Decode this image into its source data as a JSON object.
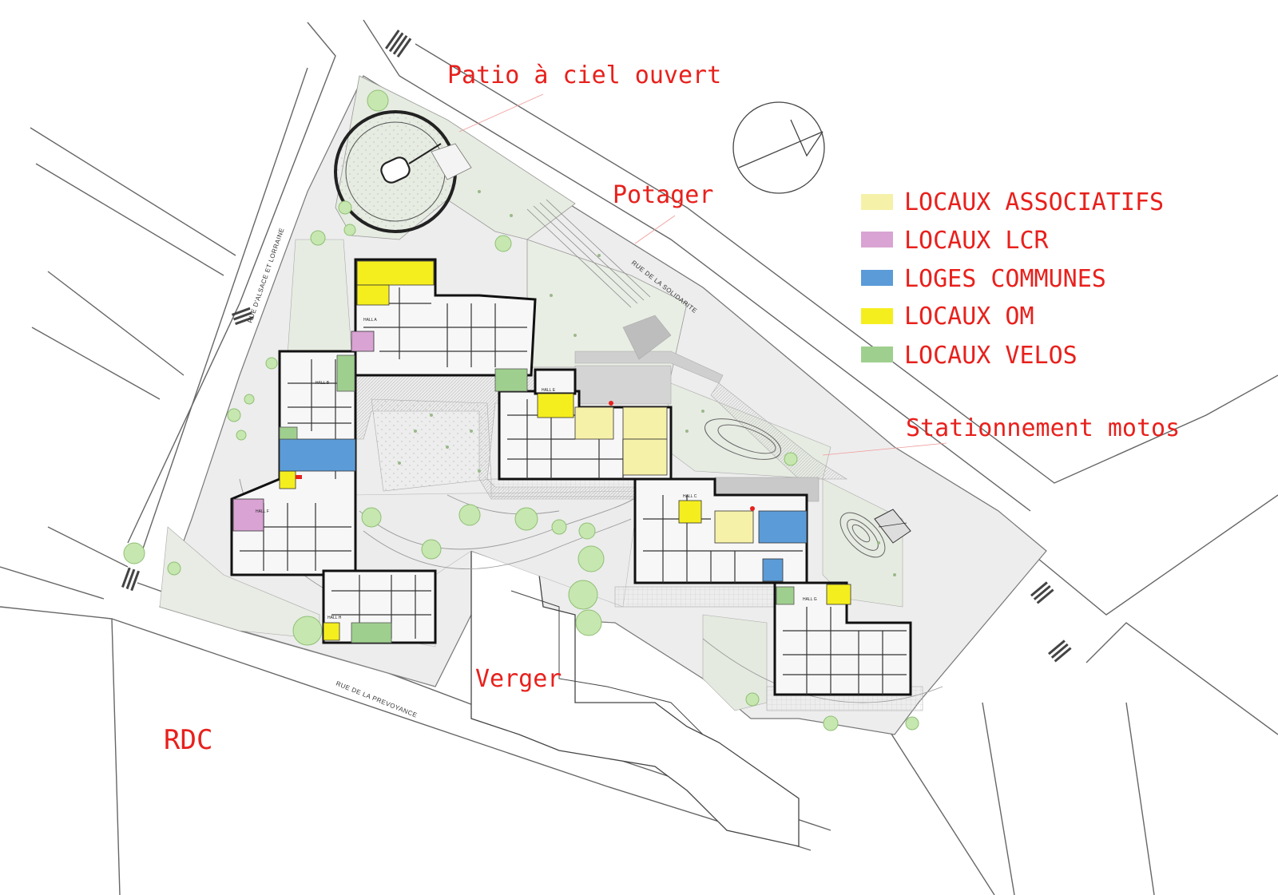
{
  "labels": {
    "patio": "Patio à ciel ouvert",
    "potager": "Potager",
    "stationnement": "Stationnement motos",
    "verger": "Verger",
    "level": "RDC"
  },
  "streets": {
    "alsace": "RUE D'ALSACE ET LORRAINE",
    "solidarite": "RUE DE LA SOLIDARITE",
    "prevoyance": "RUE DE LA PREVOYANCE"
  },
  "halls": {
    "a": "HALL A",
    "b": "HALL B",
    "c": "HALL C",
    "e": "HALL E",
    "f": "HALL F",
    "g": "HALL G",
    "h": "HALL H"
  },
  "legend": [
    {
      "key": "associatifs",
      "label": "LOCAUX ASSOCIATIFS",
      "color": "#f6f1a8"
    },
    {
      "key": "lcr",
      "label": "LOCAUX LCR",
      "color": "#d9a3d3"
    },
    {
      "key": "loges",
      "label": "LOGES COMMUNES",
      "color": "#5b9bd8"
    },
    {
      "key": "om",
      "label": "LOCAUX OM",
      "color": "#f5ee1e"
    },
    {
      "key": "velos",
      "label": "LOCAUX VELOS",
      "color": "#9fcf8e"
    }
  ],
  "colors": {
    "label_red": "#e8201c",
    "lines": "#555555",
    "vegetation": "#bfe3a8",
    "paving": "#cfcfcf"
  }
}
